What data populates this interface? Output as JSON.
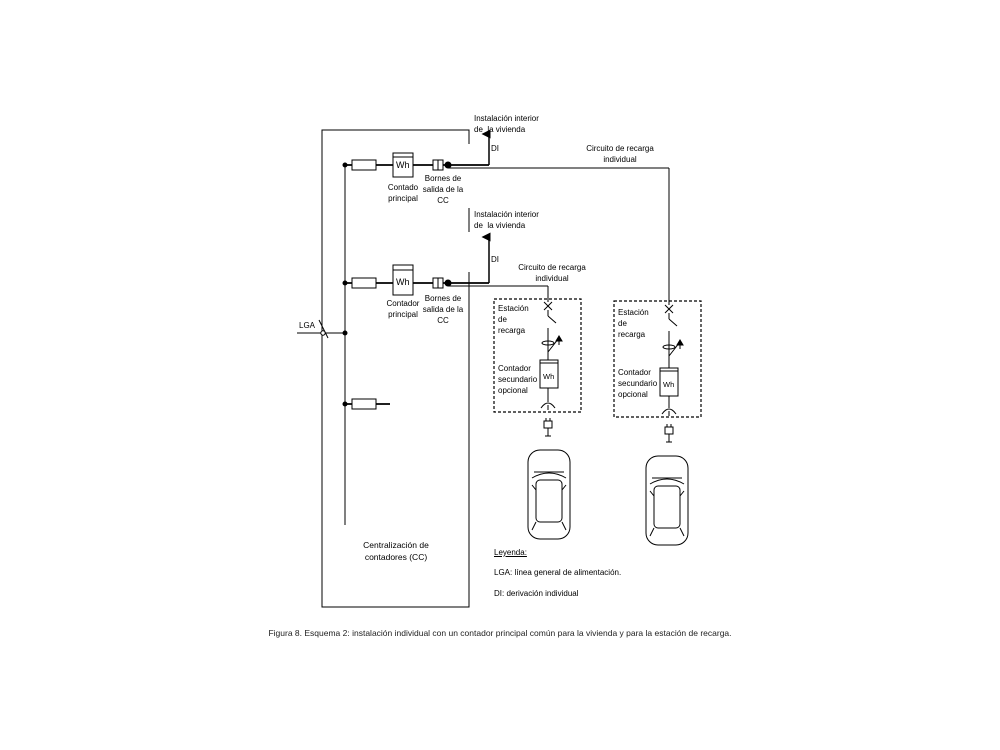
{
  "top_installation_label": "Instalación interior\nde  la vivienda",
  "top_di_label": "DI",
  "mid_installation_label": "Instalación interior\nde  la vivienda",
  "mid_di_label": "DI",
  "circuit_label_right": "Circuito de recarga\nindividual",
  "circuit_label_left": "Circuito de recarga\nindividual",
  "meter_symbol": "Wh",
  "meter1_label": "Contado\nprincipal",
  "meter2_label": "Contador\nprincipal",
  "terminals1_label": "Bornes de\nsalida de la\nCC",
  "terminals2_label": "Bornes de\nsalida de la\nCC",
  "lga_label": "LGA",
  "station1_label": "Estación\nde\nrecarga",
  "station2_label": "Estación\nde\nrecarga",
  "secondary1_label": "Contador\nsecundario\nopcional",
  "secondary2_label": "Contador\nsecundario\nopcional",
  "cc_label": "Centralización de\ncontadores (CC)",
  "legend_title": "Leyenda:",
  "legend_lga": "LGA: línea general de alimentación.",
  "legend_di": "DI: derivación individual",
  "caption": "Figura 8. Esquema 2: instalación individual con un contador principal común para la vivienda y para la estación de recarga."
}
